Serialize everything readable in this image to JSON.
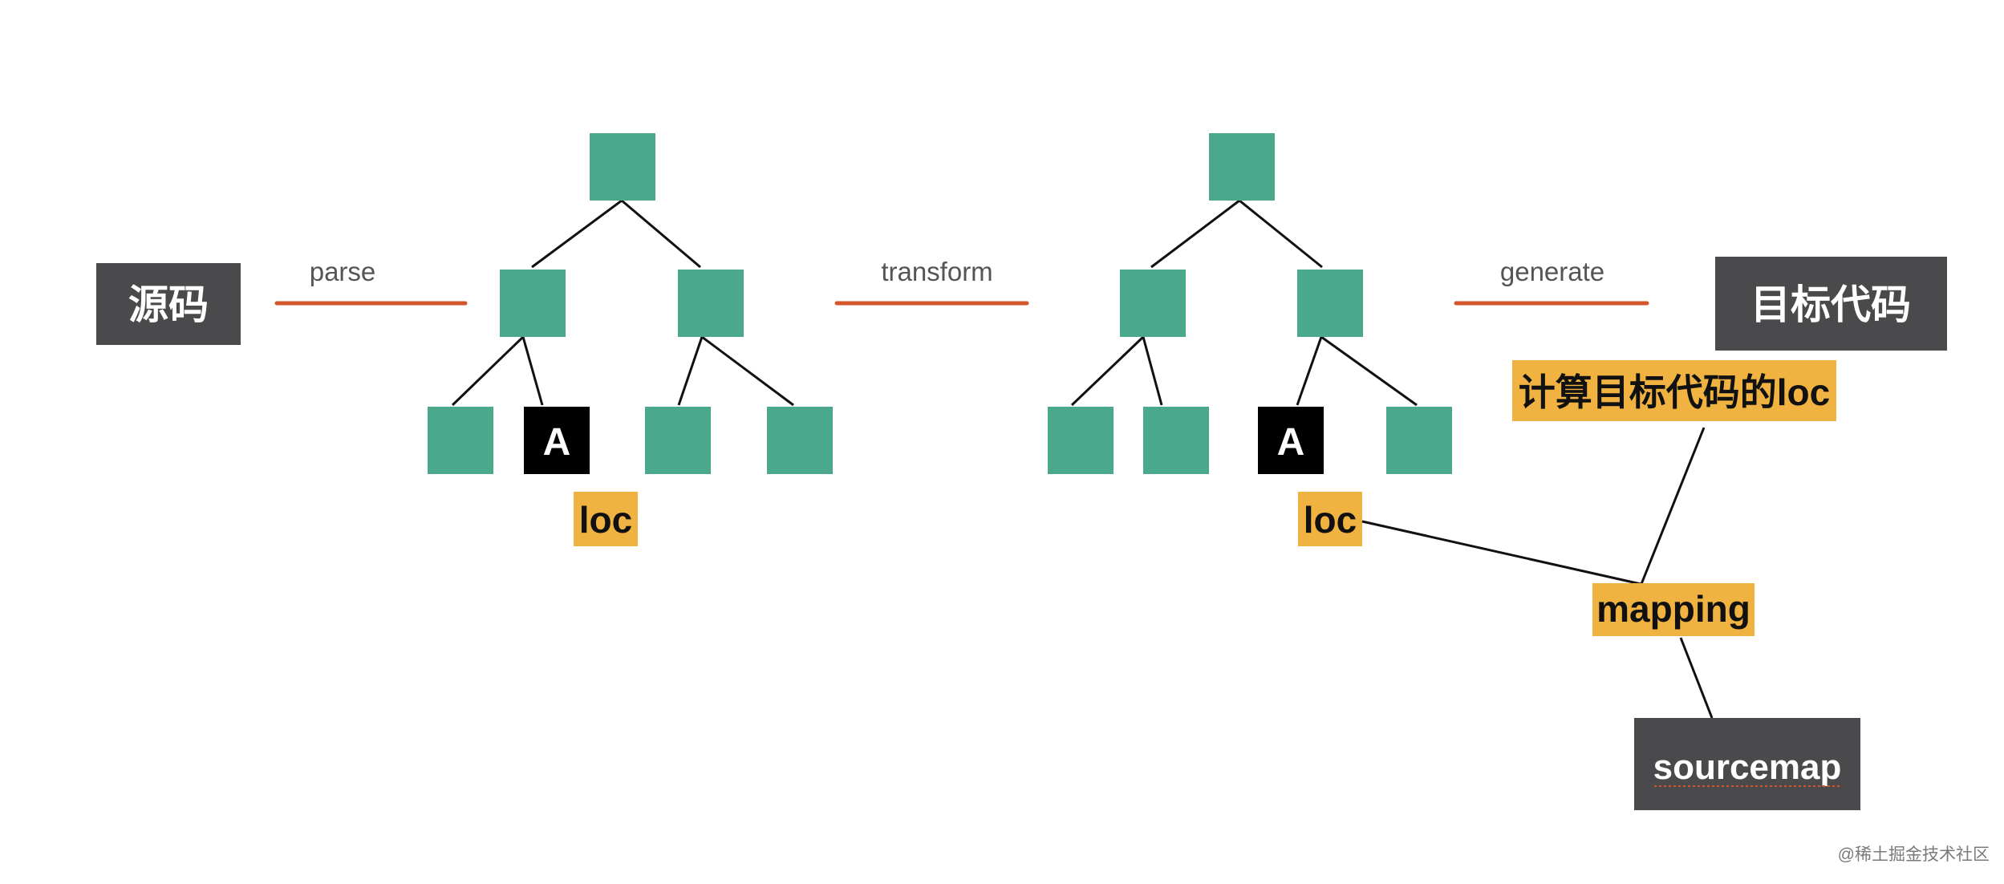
{
  "source_box": {
    "label": "源码"
  },
  "target_box": {
    "label": "目标代码"
  },
  "steps": {
    "parse": "parse",
    "transform": "transform",
    "generate": "generate"
  },
  "tree1": {
    "marked_node": "A",
    "loc_label": "loc"
  },
  "tree2": {
    "marked_node": "A",
    "loc_label": "loc"
  },
  "compute_box": {
    "label": "计算目标代码的loc"
  },
  "mapping_box": {
    "label": "mapping"
  },
  "sourcemap_box": {
    "label": "sourcemap"
  },
  "watermark": "@稀土掘金技术社区",
  "colors": {
    "node": "#4aa88c",
    "marked_node": "#000000",
    "dark_box": "#4a4a4d",
    "highlight": "#f0b240",
    "arrow": "#d2552b"
  }
}
